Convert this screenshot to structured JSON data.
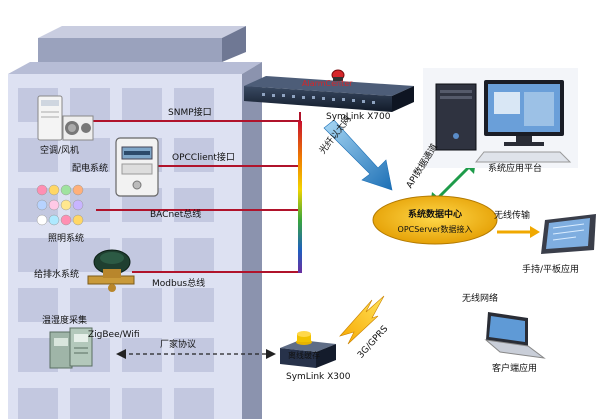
{
  "devices": {
    "ac_label": "空调/风机",
    "power_label": "配电系统",
    "lighting_label": "照明系统",
    "water_label": "给排水系统",
    "temp_label": "温湿度采集",
    "zigbee_label": "ZigBee/Wifi"
  },
  "interfaces": {
    "snmp": "SNMP接口",
    "opcclient": "OPCClient接口",
    "bacnet": "BACnet总线",
    "modbus": "Modbus总线",
    "vendor_protocol": "厂家协议"
  },
  "hardware": {
    "alarm_center": "AlarmCenter",
    "symlink_x700": "SymLink X700",
    "symlink_x300": "SymLink X300",
    "offline_cache": "离线缓存"
  },
  "links": {
    "fiber_ethernet": "光纤以太网",
    "api_channel": "API数据通道",
    "gprs": "3G/GPRS",
    "wireless_transfer": "无线传输",
    "wireless_network": "无线网络"
  },
  "center": {
    "title": "系统数据中心",
    "subtitle": "OPCServer数据接入"
  },
  "apps": {
    "platform": "系统应用平台",
    "handheld": "手持/平板应用",
    "client": "客户端应用"
  },
  "colors": {
    "building_front": "#dde1f2",
    "building_side": "#8b93ae",
    "window": "#c3c8e0",
    "line_red": "#b0132b",
    "center_fill": "#f2b500",
    "arrow_blue": "#2a83c6",
    "arrow_green": "#1e9b4a",
    "arrow_yellow": "#f0a800"
  }
}
